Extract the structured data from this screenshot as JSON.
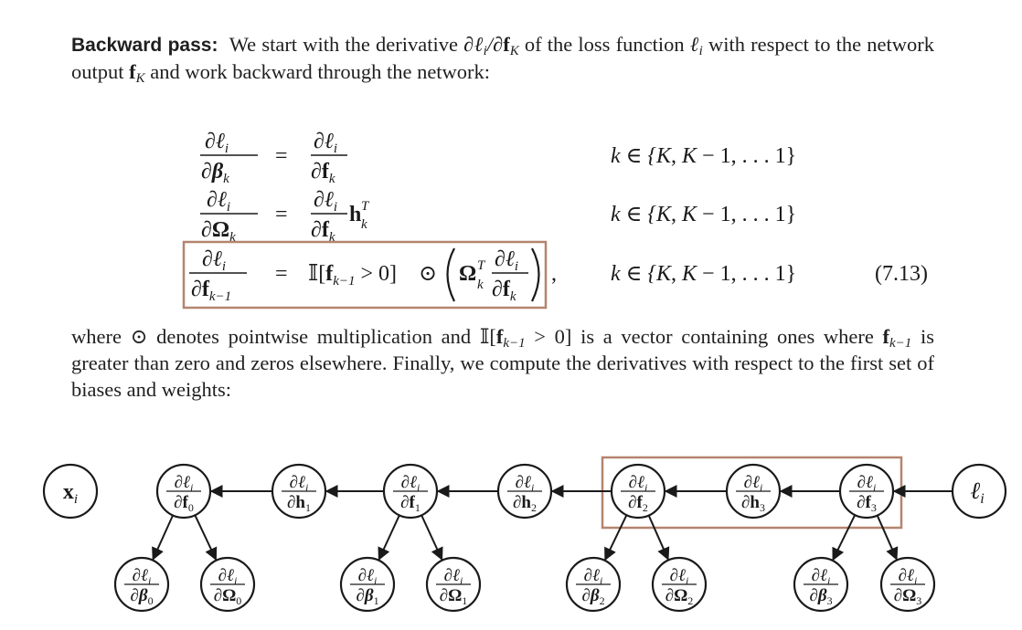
{
  "intro": {
    "heading": "Backward pass:",
    "text_a": "We start with the derivative ",
    "partial_sym": "∂ℓ",
    "i": "i",
    "slash": "/∂",
    "f": "f",
    "K": "K",
    "text_b": " of the loss function ",
    "ell": "ℓ",
    "text_c": " with respect to the network output ",
    "text_d": " and work backward through the network:"
  },
  "equations": {
    "number": "(7.13)",
    "partial_l": "∂ℓ",
    "i": "i",
    "partial": "∂",
    "beta": "β",
    "omega": "Ω",
    "f": "f",
    "h": "h",
    "k": "k",
    "k_minus_1": "k−1",
    "T": "T",
    "equals": "=",
    "indicator": "𝕀[",
    "gt_zero": " > 0]",
    "odot": "⊙",
    "comma": ",",
    "k_range_a": "k ∈ {",
    "k_range_K": "K",
    "k_range_b": ", ",
    "k_range_c": " − 1, . . . 1}"
  },
  "middle": {
    "line1_a": "where ",
    "odot": "⊙",
    "line1_b": " denotes pointwise multiplication and ",
    "indicator": "𝕀[",
    "f": "f",
    "k_minus_1": "k−1",
    "gt_zero": " > 0]",
    "line1_c": " is a vector containing ones where ",
    "line2_a": " is greater than zero and zeros elsewhere. Finally, we compute the derivatives with respect to the first set of biases and weights:"
  },
  "diagram": {
    "partial_l": "∂ℓ",
    "i": "i",
    "partial": "∂",
    "x": "x",
    "ell": "ℓ",
    "f": "f",
    "h": "h",
    "beta": "β",
    "omega": "Ω",
    "chain_f_indices": [
      "0",
      "1",
      "2",
      "3"
    ],
    "chain_h_indices": [
      "1",
      "2",
      "3"
    ],
    "leaf_indices": [
      "0",
      "1",
      "2",
      "3"
    ]
  },
  "colors": {
    "highlight_box": "#b5846e",
    "ink": "#1a1a1a"
  }
}
